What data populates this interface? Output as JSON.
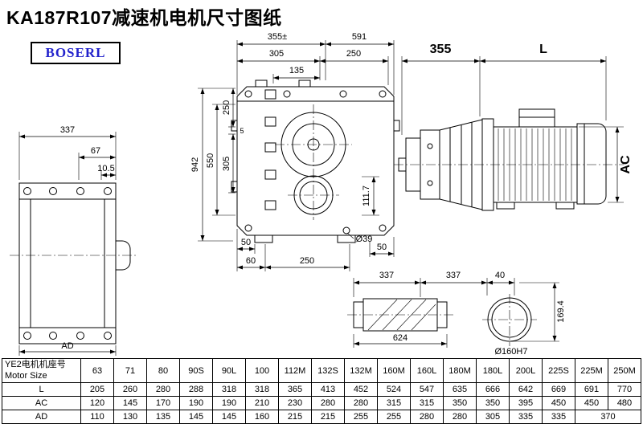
{
  "page": {
    "title": "KA187R107减速机电机尺寸图纸",
    "logo": "BOSERL",
    "brand_color": "#2222cc"
  },
  "dims": {
    "left": {
      "w337": "337",
      "d67": "67",
      "d105": "10.5",
      "ad": "AD"
    },
    "front": {
      "d355": "355±",
      "d591": "591",
      "d305": "305",
      "d250a": "250",
      "d135": "135",
      "d250b": "250",
      "d5": "5",
      "d305b": "305",
      "d550": "550",
      "d942": "942",
      "d1117": "111.7",
      "d50a": "50",
      "d60": "60",
      "d250c": "250",
      "dia39": "Ø39",
      "d50b": "50"
    },
    "motor": {
      "d355": "355",
      "L": "L",
      "AC": "AC"
    },
    "shaft": {
      "d337a": "337",
      "d337b": "337",
      "d40": "40",
      "d624": "624",
      "d1694": "169.4",
      "dia160": "Ø160H7"
    }
  },
  "table": {
    "header_cn": "YE2电机机座号",
    "header_en": "Motor Size",
    "sizes": [
      "63",
      "71",
      "80",
      "90S",
      "90L",
      "100",
      "112M",
      "132S",
      "132M",
      "160M",
      "160L",
      "180M",
      "180L",
      "200L",
      "225S",
      "225M",
      "250M"
    ],
    "rows": [
      {
        "label": "L",
        "values": [
          "205",
          "260",
          "280",
          "288",
          "318",
          "318",
          "365",
          "413",
          "452",
          "524",
          "547",
          "635",
          "666",
          "642",
          "669",
          "691",
          "770"
        ]
      },
      {
        "label": "AC",
        "values": [
          "120",
          "145",
          "170",
          "190",
          "190",
          "210",
          "230",
          "280",
          "280",
          "315",
          "315",
          "350",
          "350",
          "395",
          "450",
          "450",
          "480"
        ]
      },
      {
        "label": "AD",
        "values": [
          "110",
          "130",
          "135",
          "145",
          "145",
          "160",
          "215",
          "215",
          "255",
          "255",
          "280",
          "280",
          "305",
          "335",
          "335",
          "370"
        ]
      }
    ]
  }
}
